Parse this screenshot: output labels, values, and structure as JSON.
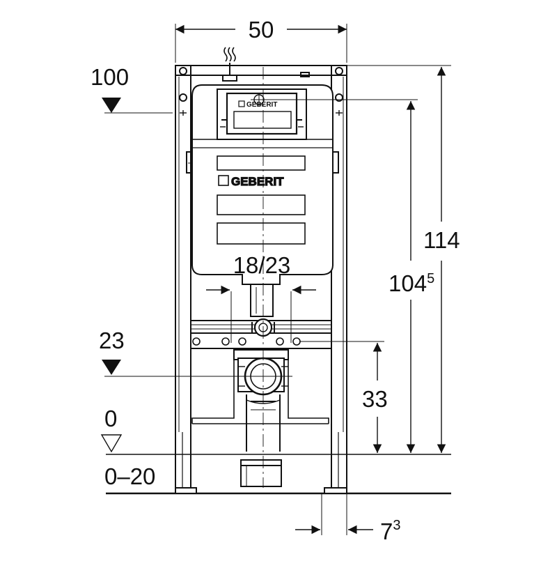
{
  "dimensions": {
    "frame_width": "50",
    "height_total": "114",
    "height_actuator": "104",
    "height_actuator_sup": "5",
    "height_outlet": "33",
    "actuator_level": "100",
    "outlet_level": "23",
    "floor_level": "0",
    "floor_adjust": "0–20",
    "bolt_spacing": "18/23",
    "depth": "7",
    "depth_sup": "3"
  },
  "brand": {
    "name": "GEBERIT",
    "small": "GEBERIT"
  },
  "colors": {
    "line": "#111111",
    "background": "#ffffff"
  }
}
